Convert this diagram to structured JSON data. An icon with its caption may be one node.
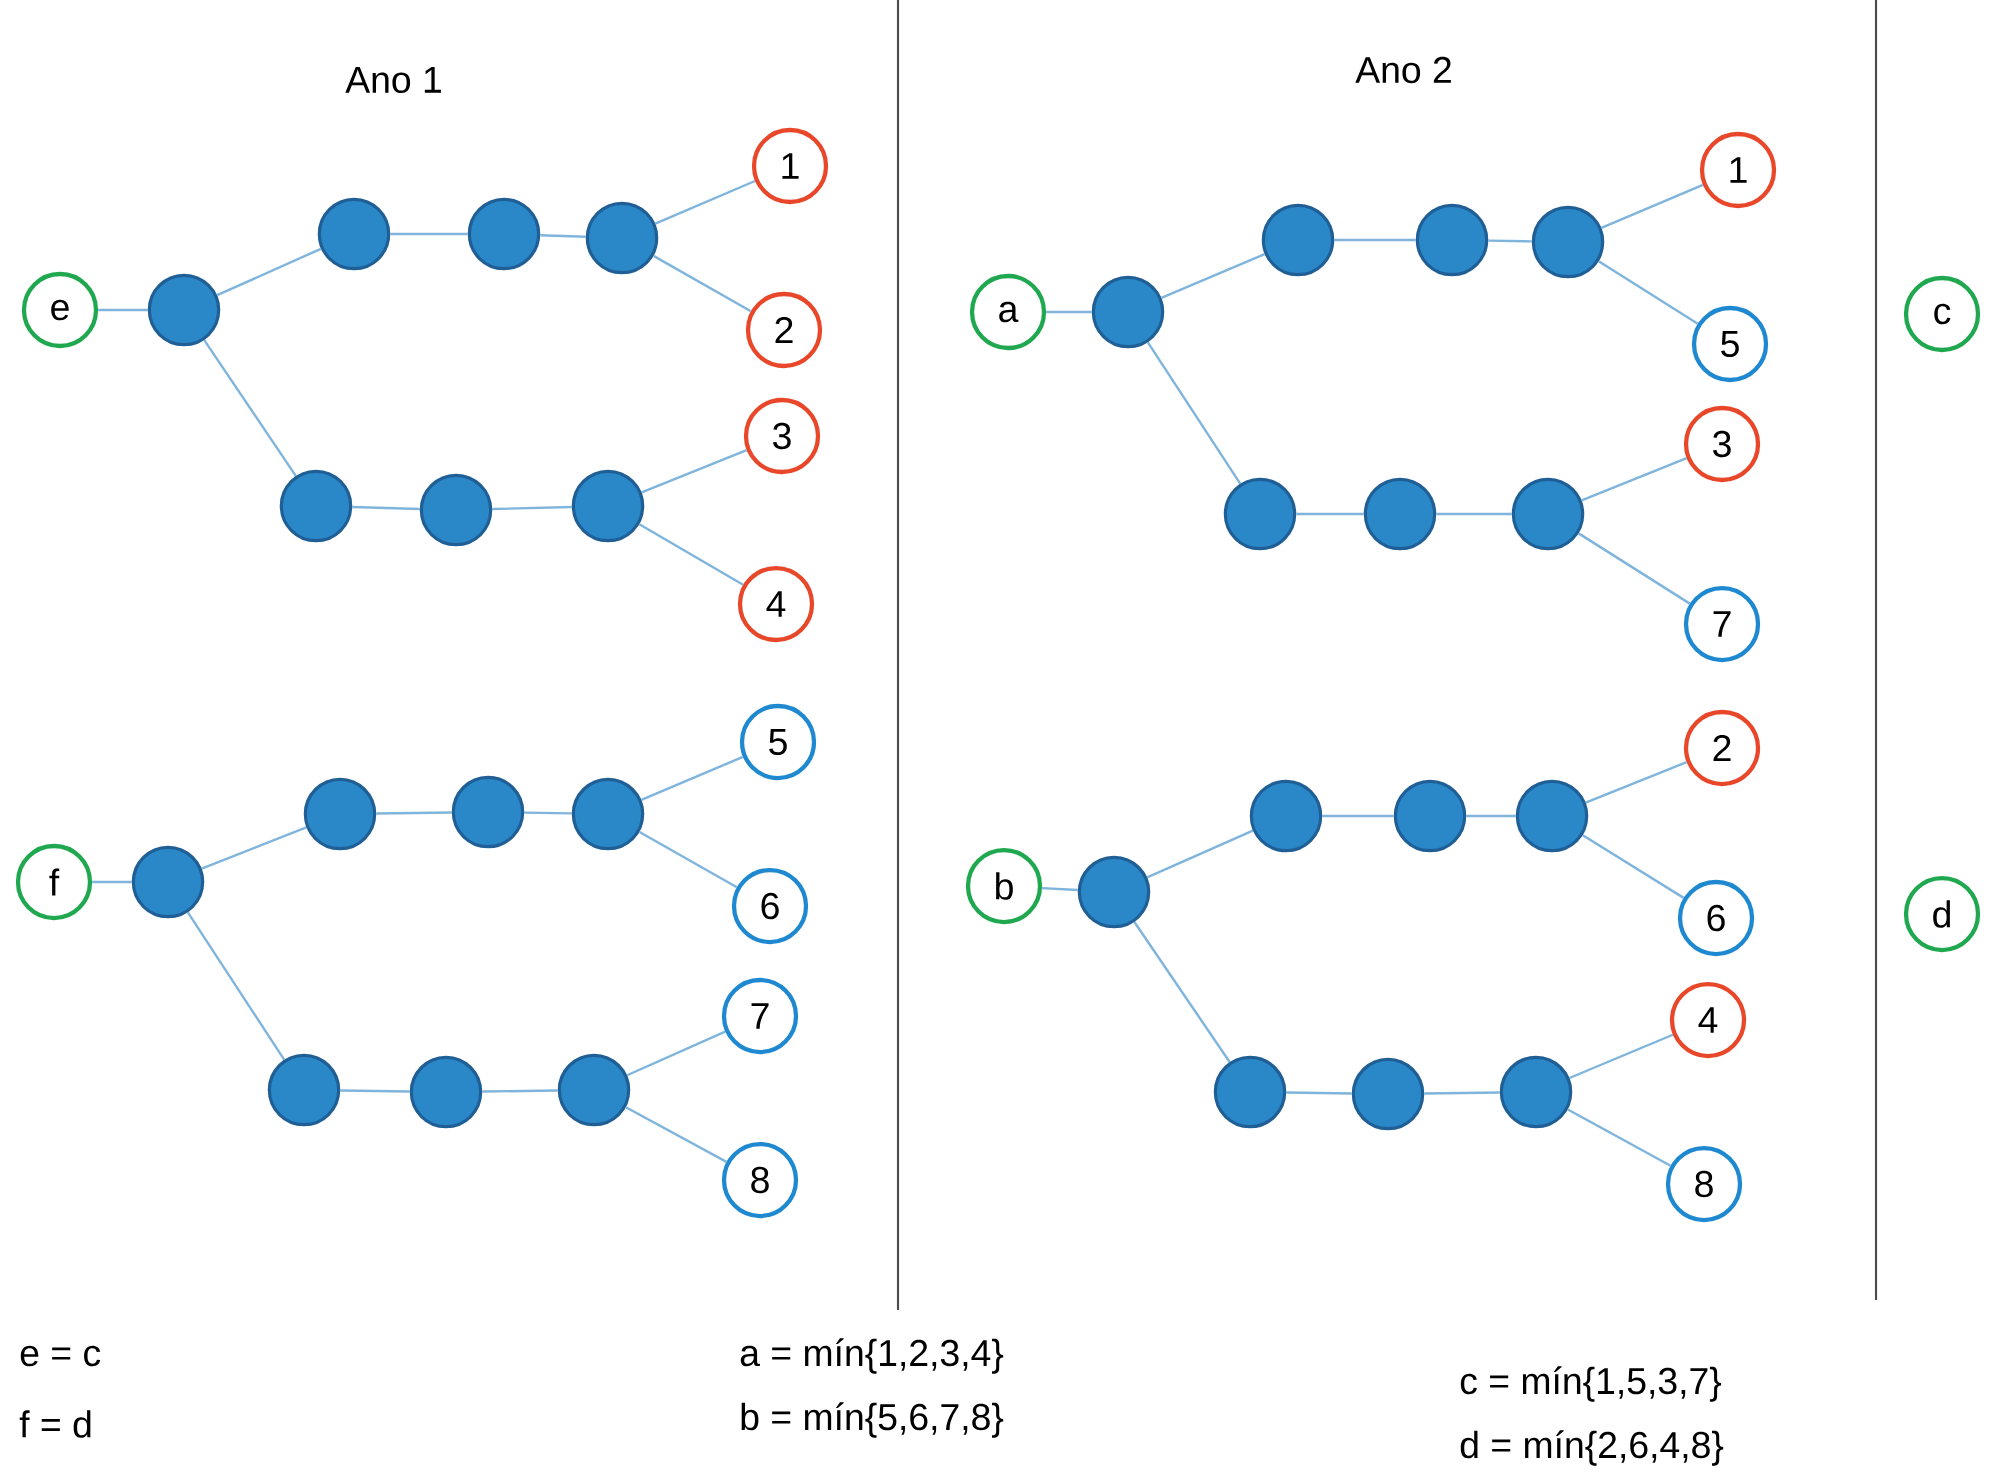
{
  "diagram": {
    "nodes": [
      {
        "text": [
          "e"
        ]
      },
      {
        "text": [],
        "shape": "circle"
      },
      {
        "text": [],
        "shape": "circle"
      },
      {
        "text": [],
        "shape": "circle"
      },
      {
        "text": [],
        "shape": "circle"
      },
      {
        "text": [],
        "shape": "circle"
      },
      {
        "text": [],
        "shape": "circle"
      },
      {
        "text": [],
        "shape": "circle"
      },
      {
        "text": [
          "1"
        ]
      },
      {
        "text": [
          "2"
        ]
      },
      {
        "text": [
          "3"
        ]
      },
      {
        "text": [
          "4"
        ]
      },
      {
        "text": [
          "f"
        ]
      },
      {
        "text": [],
        "shape": "circle"
      },
      {
        "text": [],
        "shape": "circle"
      },
      {
        "text": [],
        "shape": "circle"
      },
      {
        "text": [],
        "shape": "circle"
      },
      {
        "text": [],
        "shape": "circle"
      },
      {
        "text": [],
        "shape": "circle"
      },
      {
        "text": [],
        "shape": "circle"
      },
      {
        "text": [
          "5"
        ]
      },
      {
        "text": [
          "6"
        ]
      },
      {
        "text": [
          "7"
        ]
      },
      {
        "text": [
          "8"
        ]
      },
      {
        "text": [
          "a"
        ]
      },
      {
        "text": [],
        "shape": "circle"
      },
      {
        "text": [],
        "shape": "circle"
      },
      {
        "text": [],
        "shape": "circle"
      },
      {
        "text": [],
        "shape": "circle"
      },
      {
        "text": [],
        "shape": "circle"
      },
      {
        "text": [],
        "shape": "circle"
      },
      {
        "text": [],
        "shape": "circle"
      },
      {
        "text": [
          "1"
        ]
      },
      {
        "text": [
          "5"
        ]
      },
      {
        "text": [
          "3"
        ]
      },
      {
        "text": [
          "7"
        ]
      },
      {
        "text": [
          "b"
        ]
      },
      {
        "text": [],
        "shape": "circle"
      },
      {
        "text": [],
        "shape": "circle"
      },
      {
        "text": [],
        "shape": "circle"
      },
      {
        "text": [],
        "shape": "circle"
      },
      {
        "text": [],
        "shape": "circle"
      },
      {
        "text": [],
        "shape": "circle"
      },
      {
        "text": [],
        "shape": "circle"
      },
      {
        "text": [
          "2"
        ]
      },
      {
        "text": [
          "6"
        ]
      },
      {
        "text": [
          "4"
        ]
      },
      {
        "text": [
          "8"
        ]
      },
      {
        "text": [
          "c"
        ]
      },
      {
        "text": [
          "d"
        ]
      }
    ],
    "edges": [
      {
        "from": 0,
        "to": 1,
        "arrow": "none"
      },
      {
        "from": 1,
        "to": 2,
        "arrow": "none"
      },
      {
        "from": 2,
        "to": 3,
        "arrow": "none"
      },
      {
        "from": 3,
        "to": 4,
        "arrow": "none"
      },
      {
        "from": 4,
        "to": 8,
        "arrow": "none"
      },
      {
        "from": 4,
        "to": 9,
        "arrow": "none"
      },
      {
        "from": 1,
        "to": 5,
        "arrow": "none"
      },
      {
        "from": 5,
        "to": 6,
        "arrow": "none"
      },
      {
        "from": 6,
        "to": 7,
        "arrow": "none"
      },
      {
        "from": 7,
        "to": 10,
        "arrow": "none"
      },
      {
        "from": 7,
        "to": 11,
        "arrow": "none"
      },
      {
        "from": 12,
        "to": 13,
        "arrow": "none"
      },
      {
        "from": 13,
        "to": 14,
        "arrow": "none"
      },
      {
        "from": 14,
        "to": 15,
        "arrow": "none"
      },
      {
        "from": 15,
        "to": 16,
        "arrow": "none"
      },
      {
        "from": 16,
        "to": 20,
        "arrow": "none"
      },
      {
        "from": 16,
        "to": 21,
        "arrow": "none"
      },
      {
        "from": 13,
        "to": 17,
        "arrow": "none"
      },
      {
        "from": 17,
        "to": 18,
        "arrow": "none"
      },
      {
        "from": 18,
        "to": 19,
        "arrow": "none"
      },
      {
        "from": 19,
        "to": 22,
        "arrow": "none"
      },
      {
        "from": 19,
        "to": 23,
        "arrow": "none"
      },
      {
        "from": 24,
        "to": 25,
        "arrow": "none"
      },
      {
        "from": 25,
        "to": 26,
        "arrow": "none"
      },
      {
        "from": 26,
        "to": 27,
        "arrow": "none"
      },
      {
        "from": 27,
        "to": 28,
        "arrow": "none"
      },
      {
        "from": 28,
        "to": 32,
        "arrow": "none"
      },
      {
        "from": 28,
        "to": 33,
        "arrow": "none"
      },
      {
        "from": 25,
        "to": 29,
        "arrow": "none"
      },
      {
        "from": 29,
        "to": 30,
        "arrow": "none"
      },
      {
        "from": 30,
        "to": 31,
        "arrow": "none"
      },
      {
        "from": 31,
        "to": 34,
        "arrow": "none"
      },
      {
        "from": 31,
        "to": 35,
        "arrow": "none"
      },
      {
        "from": 36,
        "to": 37,
        "arrow": "none"
      },
      {
        "from": 37,
        "to": 38,
        "arrow": "none"
      },
      {
        "from": 38,
        "to": 39,
        "arrow": "none"
      },
      {
        "from": 39,
        "to": 40,
        "arrow": "none"
      },
      {
        "from": 40,
        "to": 44,
        "arrow": "none"
      },
      {
        "from": 40,
        "to": 45,
        "arrow": "none"
      },
      {
        "from": 37,
        "to": 41,
        "arrow": "none"
      },
      {
        "from": 41,
        "to": 42,
        "arrow": "none"
      },
      {
        "from": 42,
        "to": 43,
        "arrow": "none"
      },
      {
        "from": 43,
        "to": 46,
        "arrow": "none"
      },
      {
        "from": 43,
        "to": 47,
        "arrow": "none"
      }
    ],
    "labels": [
      "Ano 1",
      "Ano 2",
      "e = c",
      "f = d",
      "a = mín{1,2,3,4}",
      "b = mín{5,6,7,8}",
      "c = mín{1,5,3,7}",
      "d = mín{2,6,4,8}"
    ]
  }
}
